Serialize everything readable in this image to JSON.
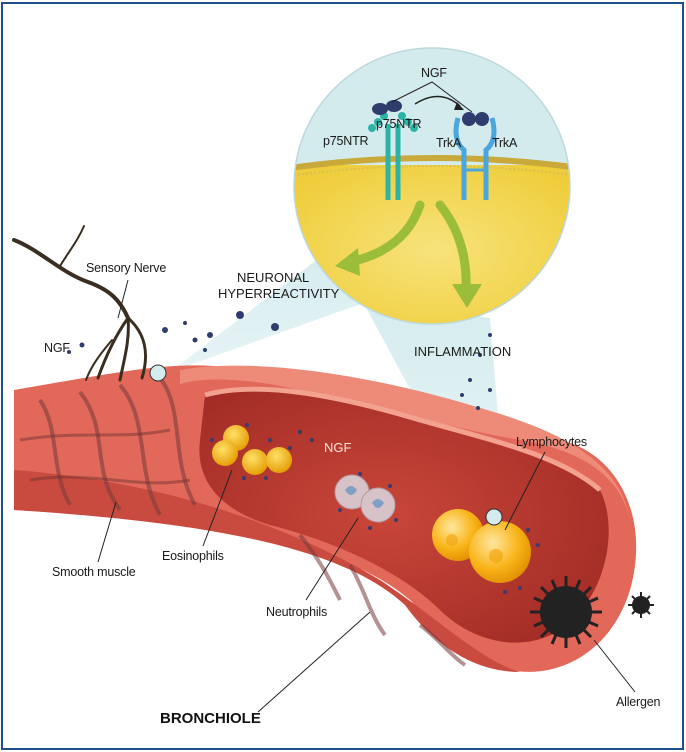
{
  "labels": {
    "ngf_top": "NGF",
    "p75ntr_left": "p75NTR",
    "p75ntr_right": "p75NTR",
    "trka_left": "TrkA",
    "trka_right": "TrkA",
    "sensory_nerve": "Sensory Nerve",
    "neuronal": "NEURONAL",
    "hyperreactivity": "HYPERREACTIVITY",
    "ngf_left": "NGF",
    "inflammation": "INFLAMMATION",
    "ngf_inside": "NGF",
    "lymphocytes": "Lymphocytes",
    "eosinophils": "Eosinophils",
    "smooth_muscle": "Smooth muscle",
    "neutrophils": "Neutrophils",
    "allergen": "Allergen",
    "bronchiole": "BRONCHIOLE"
  },
  "colors": {
    "frame": "#1f4f8a",
    "bronchiole_outer": "#e2685a",
    "bronchiole_lumen": "#b5312a",
    "cell_interior": "#f4dc5c",
    "circle_halo": "#d4ebee",
    "p75ntr_receptor": "#2bb3a6",
    "trka_receptor": "#4aa6dc",
    "ngf_ligand": "#2e3d6e",
    "arrow_green": "#9bbd3a",
    "eosinophil": "#f2b40c",
    "lymphocyte": "#f5a300",
    "allergen": "#222222",
    "nerve": "#3a2e20"
  }
}
